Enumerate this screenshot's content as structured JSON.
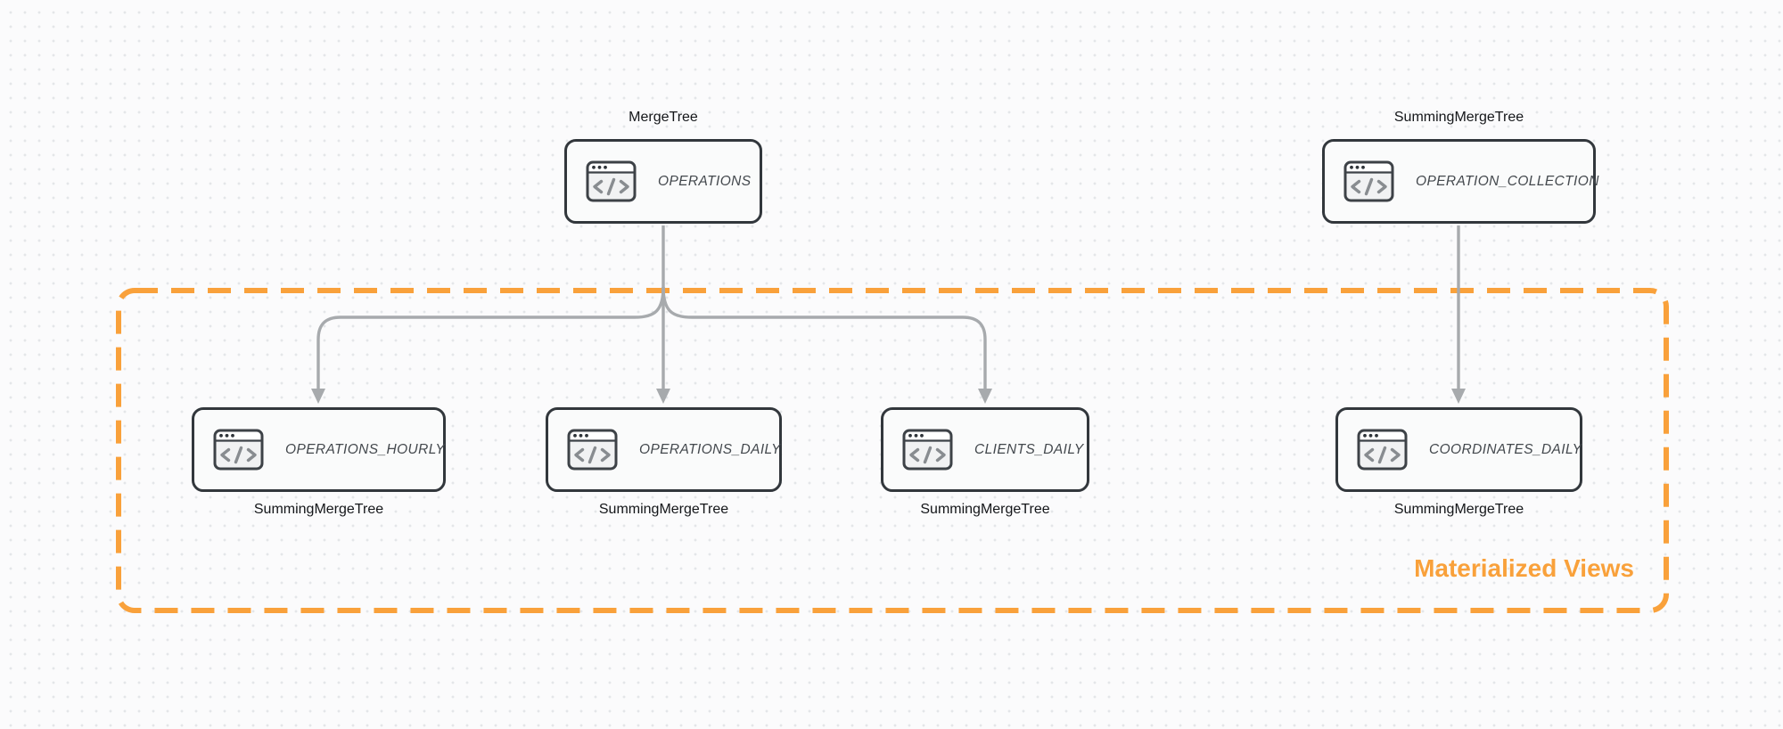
{
  "diagram": {
    "group_label": "Materialized Views",
    "nodes": [
      {
        "id": "operations",
        "label": "OPERATIONS",
        "engine": "MergeTree",
        "engine_label_position": "top",
        "icon": "code-window-icon"
      },
      {
        "id": "operation_collection",
        "label": "OPERATION_COLLECTION",
        "engine": "SummingMergeTree",
        "engine_label_position": "top",
        "icon": "code-window-icon"
      },
      {
        "id": "operations_hourly",
        "label": "OPERATIONS_HOURLY",
        "engine": "SummingMergeTree",
        "engine_label_position": "bottom",
        "icon": "code-window-icon"
      },
      {
        "id": "operations_daily",
        "label": "OPERATIONS_DAILY",
        "engine": "SummingMergeTree",
        "engine_label_position": "bottom",
        "icon": "code-window-icon"
      },
      {
        "id": "clients_daily",
        "label": "CLIENTS_DAILY",
        "engine": "SummingMergeTree",
        "engine_label_position": "bottom",
        "icon": "code-window-icon"
      },
      {
        "id": "coordinates_daily",
        "label": "COORDINATES_DAILY",
        "engine": "SummingMergeTree",
        "engine_label_position": "bottom",
        "icon": "code-window-icon"
      }
    ],
    "edges": [
      {
        "from": "operations",
        "to": "operations_hourly"
      },
      {
        "from": "operations",
        "to": "operations_daily"
      },
      {
        "from": "operations",
        "to": "clients_daily"
      },
      {
        "from": "operation_collection",
        "to": "coordinates_daily"
      }
    ],
    "group_contains": [
      "operations_hourly",
      "operations_daily",
      "clients_daily",
      "coordinates_daily"
    ]
  },
  "colors": {
    "accent-orange": "#F9A13B",
    "arrow-gray": "#A7AAAD",
    "node-border": "#32373C",
    "node-fill": "#FAFBFB",
    "canvas-bg": "#FBFBFC",
    "dot-color": "#E4E6E9",
    "label-color": "#43484D",
    "caption-color": "#141619"
  }
}
